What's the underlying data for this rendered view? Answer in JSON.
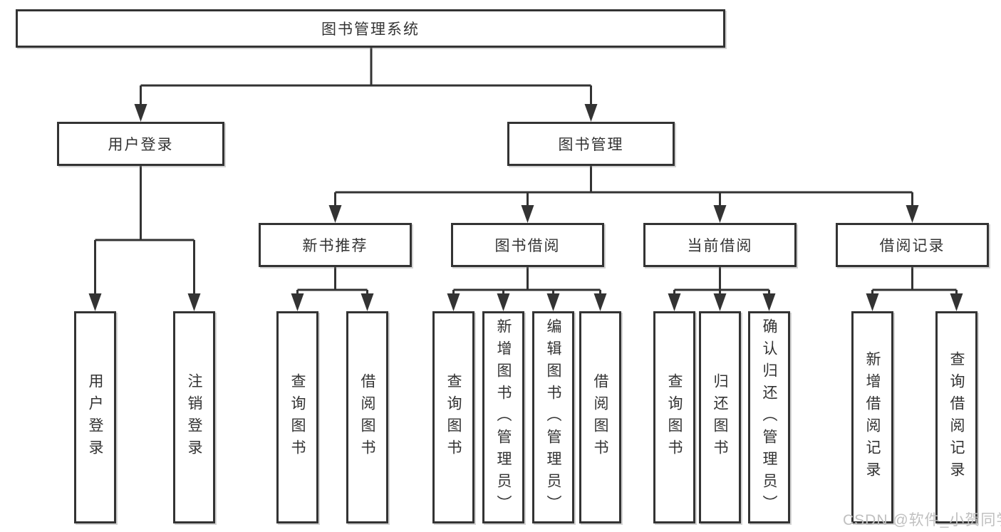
{
  "tree": {
    "label": "图书管理系统",
    "children": [
      {
        "label": "用户登录",
        "children": [
          {
            "label": "用户登录"
          },
          {
            "label": "注销登录"
          }
        ]
      },
      {
        "label": "图书管理",
        "children": [
          {
            "label": "新书推荐",
            "children": [
              {
                "label": "查询图书"
              },
              {
                "label": "借阅图书"
              }
            ]
          },
          {
            "label": "图书借阅",
            "children": [
              {
                "label": "查询图书"
              },
              {
                "label": "新增图书（管理员）"
              },
              {
                "label": "编辑图书（管理员）"
              },
              {
                "label": "借阅图书"
              }
            ]
          },
          {
            "label": "当前借阅",
            "children": [
              {
                "label": "查询图书"
              },
              {
                "label": "归还图书"
              },
              {
                "label": "确认归还（管理员）"
              }
            ]
          },
          {
            "label": "借阅记录",
            "children": [
              {
                "label": "新增借阅记录"
              },
              {
                "label": "查询借阅记录"
              }
            ]
          }
        ]
      }
    ]
  },
  "watermark": {
    "text": "CSDN @软件_小贺同学"
  },
  "colors": {
    "line": "#333333",
    "text": "#333333",
    "watermark": "#c0c0c0",
    "background": "#ffffff"
  }
}
